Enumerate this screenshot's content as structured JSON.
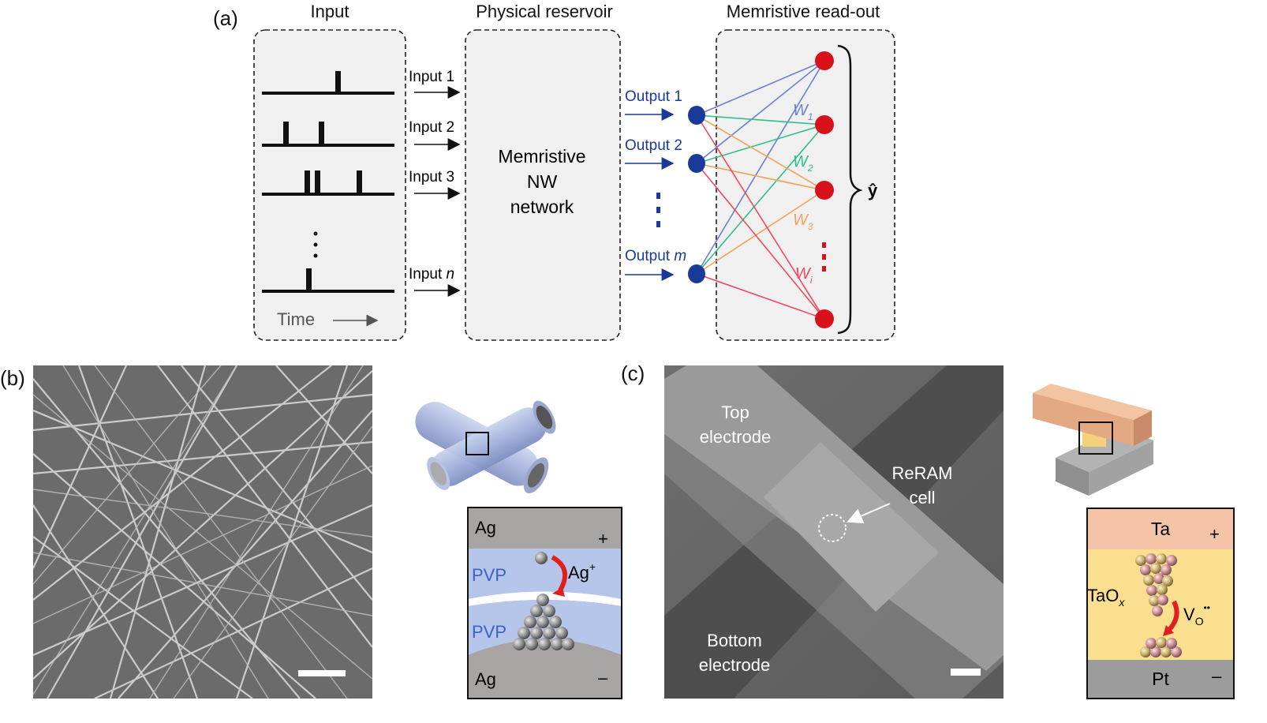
{
  "panel_a": {
    "label": "(a)",
    "input_title": "Input",
    "reservoir_title": "Physical reservoir",
    "readout_title": "Memristive read-out",
    "inputs": [
      "Input 1",
      "Input 2",
      "Input 3",
      "Input"
    ],
    "input_n_italic": "n",
    "reservoir_line1": "Memristive",
    "reservoir_line2": "NW",
    "reservoir_line3": "network",
    "outputs": [
      "Output 1",
      "Output 2",
      "Output"
    ],
    "output_m_italic": "m",
    "time_label": "Time",
    "weights": [
      "W",
      "W",
      "W",
      "W"
    ],
    "weight_subs": [
      "1",
      "2",
      "3",
      "i"
    ],
    "yhat": "ŷ",
    "colors": {
      "blue_node": "#1a3a9a",
      "red_node": "#d8121b",
      "w1": "#6f7fd0",
      "w2": "#2fbf8a",
      "w3": "#f3a25a",
      "wi": "#ef4a62"
    }
  },
  "panel_b": {
    "label": "(b)",
    "ag_top": "Ag",
    "ag_bottom": "Ag",
    "pvp_top": "PVP",
    "pvp_bottom": "PVP",
    "ion": "Ag",
    "ion_sup": "+",
    "plus": "+",
    "minus": "–"
  },
  "panel_c": {
    "label": "(c)",
    "top_electrode_1": "Top",
    "top_electrode_2": "electrode",
    "bottom_electrode_1": "Bottom",
    "bottom_electrode_2": "electrode",
    "reram_1": "ReRAM",
    "reram_2": "cell",
    "ta": "Ta",
    "taox": "TaO",
    "taox_sub": "x",
    "vo": "V",
    "vo_sub": "O",
    "vo_sup": "••",
    "pt": "Pt",
    "plus": "+",
    "minus": "–"
  }
}
